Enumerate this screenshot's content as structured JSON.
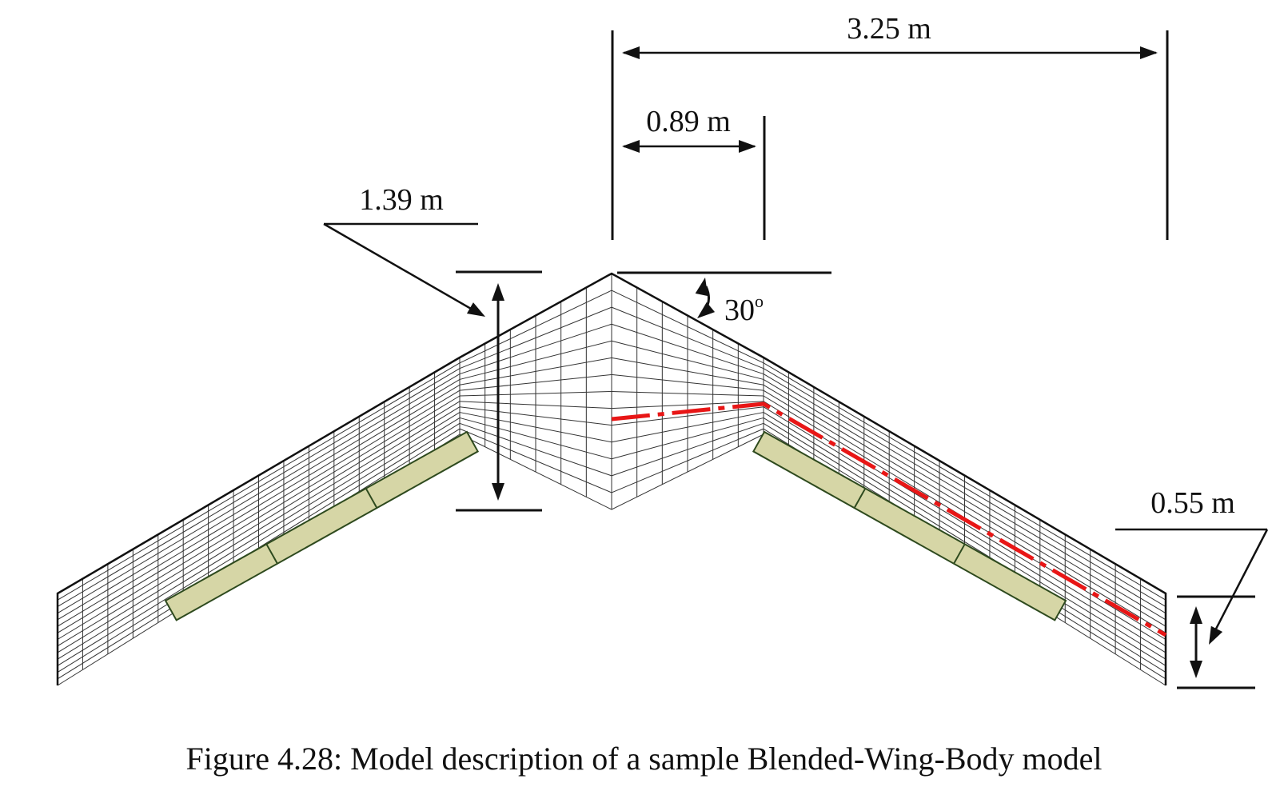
{
  "figure": {
    "caption": "Figure 4.28: Model description of a sample Blended-Wing-Body model"
  },
  "dimensions": {
    "semi_span": "3.25 m",
    "body_half_width": "0.89 m",
    "root_chord": "1.39 m",
    "tip_chord": "0.55 m",
    "sweep_angle_value": "30",
    "sweep_angle_unit": "o"
  },
  "colors": {
    "mesh": "#333333",
    "outline": "#111111",
    "dimension": "#111111",
    "reference_line": "#e81616",
    "control_surface_fill": "#d6d6a6",
    "control_surface_stroke": "#2e4a1e"
  }
}
